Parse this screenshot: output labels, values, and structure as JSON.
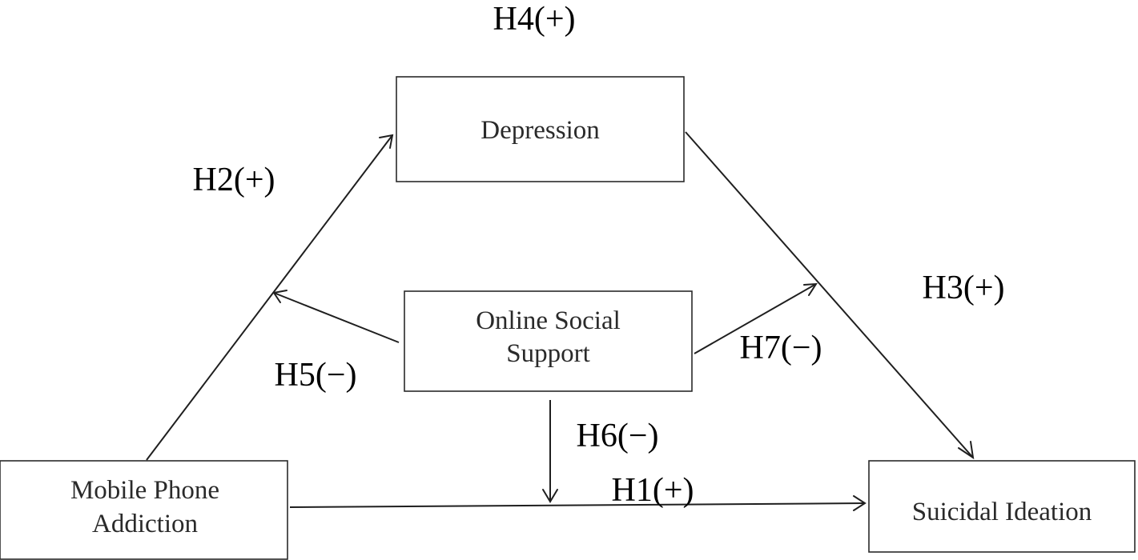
{
  "nodes": {
    "depression": {
      "label": "Depression"
    },
    "online_support": {
      "line1": "Online Social",
      "line2": "Support"
    },
    "mobile_phone": {
      "line1": "Mobile Phone",
      "line2": "Addiction"
    },
    "suicidal": {
      "label": "Suicidal Ideation"
    }
  },
  "hypotheses": {
    "h1": "H1(+)",
    "h2": "H2(+)",
    "h3": "H3(+)",
    "h4": "H4(+)",
    "h5": "H5(−)",
    "h6": "H6(−)",
    "h7": "H7(−)"
  }
}
